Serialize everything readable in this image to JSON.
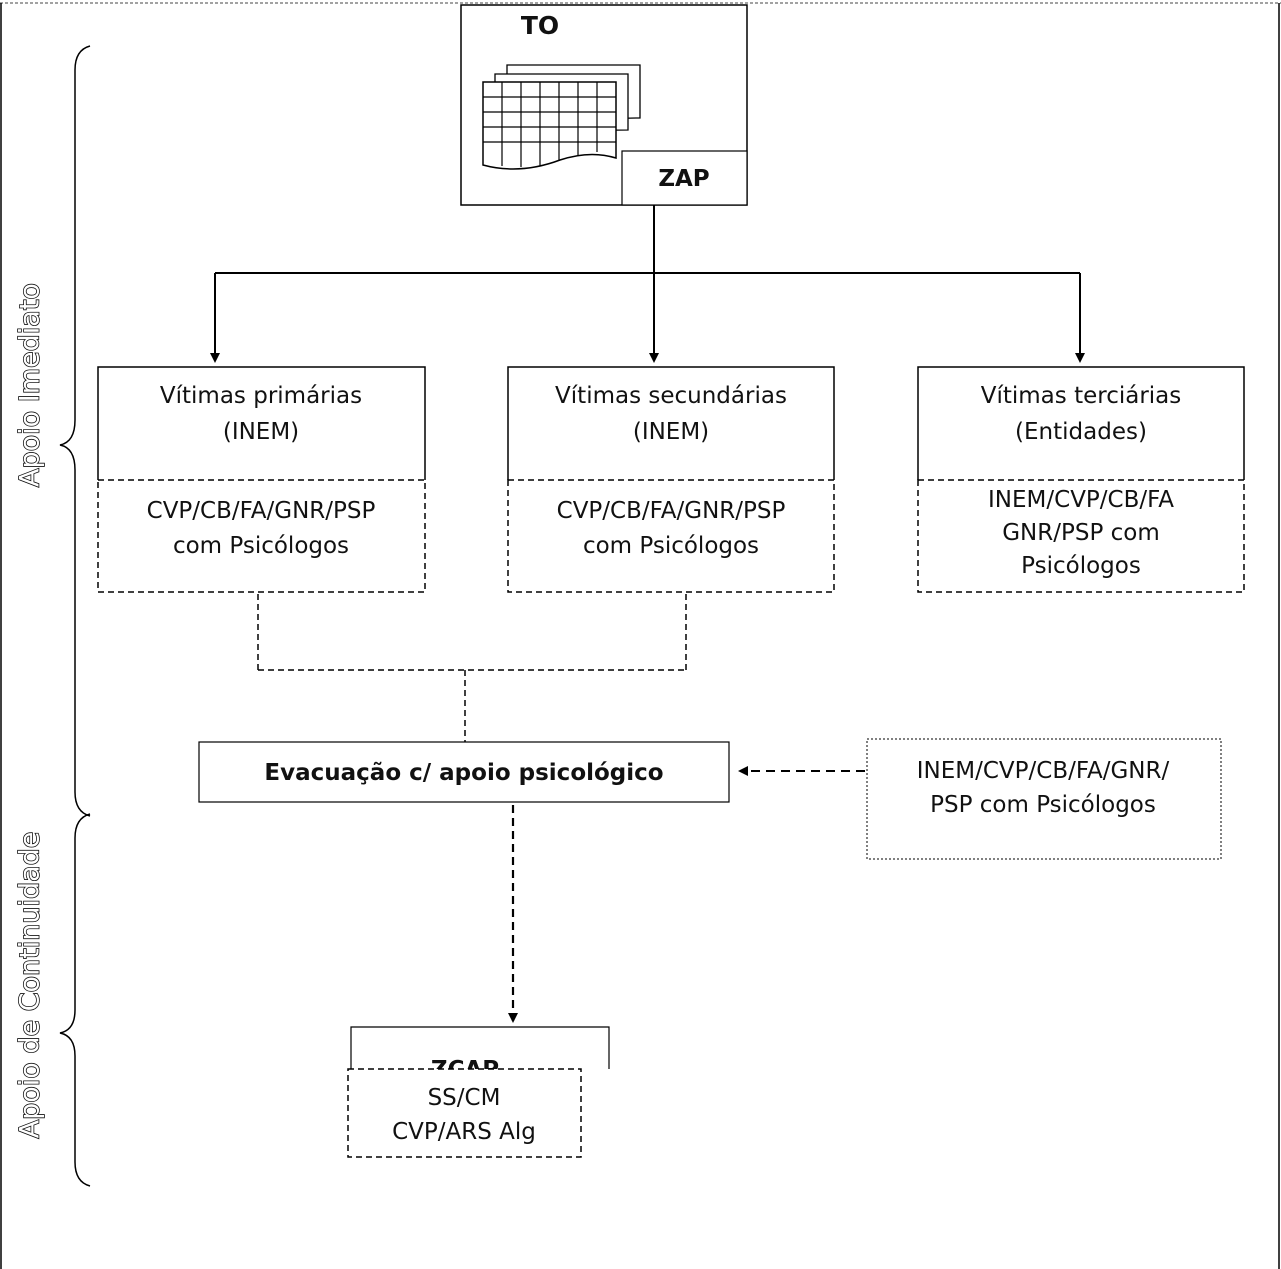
{
  "to": {
    "title": "TO",
    "zap_label": "ZAP"
  },
  "side_labels": {
    "top": "Apoio Imediato",
    "bottom": "Apoio de Continuidade"
  },
  "victims": [
    {
      "title_lines": [
        "Vítimas primárias",
        "(INEM)"
      ],
      "support_lines": [
        "CVP/CB/FA/GNR/PSP",
        "com Psicólogos"
      ]
    },
    {
      "title_lines": [
        "Vítimas secundárias",
        "(INEM)"
      ],
      "support_lines": [
        "CVP/CB/FA/GNR/PSP",
        "com Psicólogos"
      ]
    },
    {
      "title_lines": [
        "Vítimas terciárias",
        "(Entidades)"
      ],
      "support_lines": [
        "INEM/CVP/CB/FA",
        "GNR/PSP com",
        "Psicólogos"
      ]
    }
  ],
  "evacuation": {
    "label": "Evacuação c/ apoio psicológico"
  },
  "evac_support": {
    "lines": [
      "INEM/CVP/CB/FA/GNR/",
      "PSP com Psicólogos"
    ]
  },
  "zcap": {
    "label": "ZCAP",
    "support_lines": [
      "SS/CM",
      "CVP/ARS Alg"
    ]
  }
}
